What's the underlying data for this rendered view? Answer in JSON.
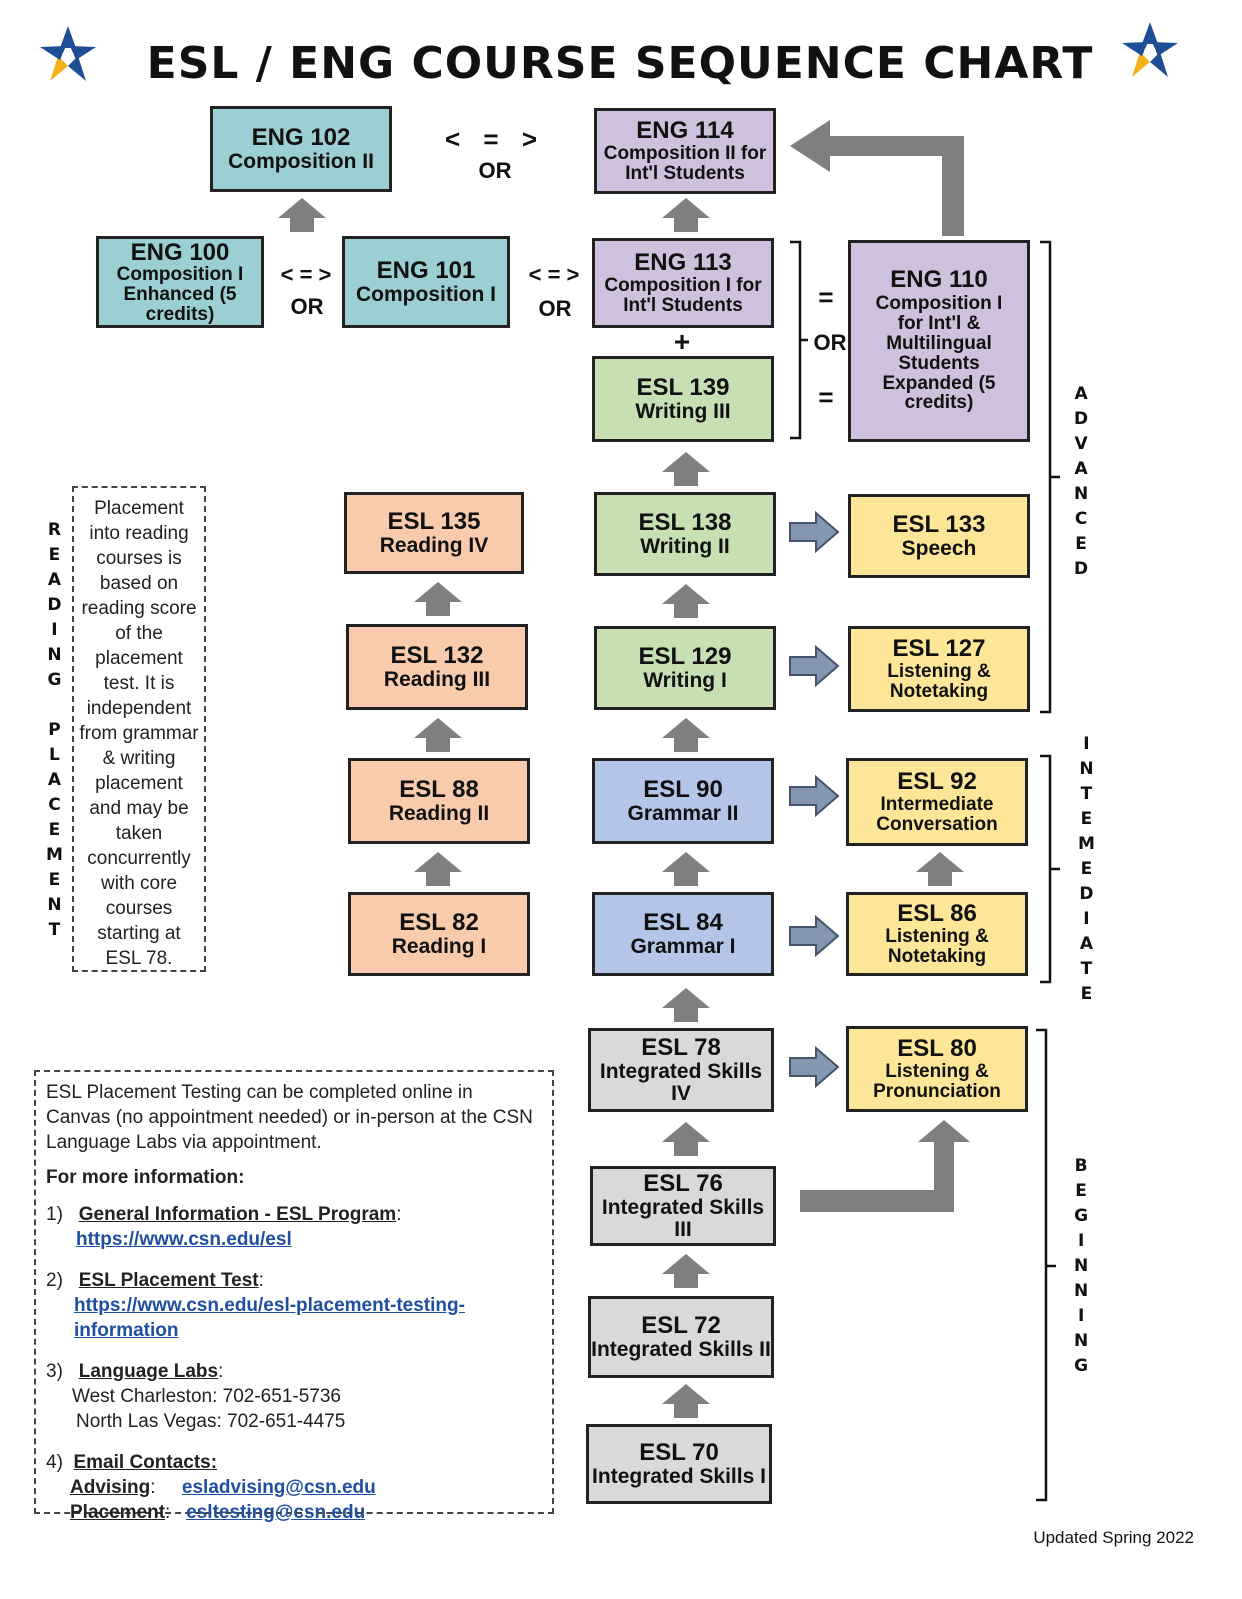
{
  "title": "ESL / ENG COURSE SEQUENCE CHART",
  "colors": {
    "teal": "#9ccfd3",
    "purple": "#cfc0de",
    "green": "#c6e0b4",
    "peach": "#f8cbad",
    "yellow": "#fde697",
    "blue": "#b4c6e7",
    "gray": "#d9d9d9",
    "arrow_gray": "#7f7f7f",
    "arrow_blue": "#8497b0",
    "link": "#1f4fa0"
  },
  "icons": {
    "logo": "csn-star-logo-icon"
  },
  "courses": {
    "eng102": {
      "code": "ENG 102",
      "name": "Composition II"
    },
    "eng114": {
      "code": "ENG 114",
      "name": "Composition II for Int'l Students"
    },
    "eng100": {
      "code": "ENG 100",
      "name": "Composition I Enhanced (5 credits)"
    },
    "eng101": {
      "code": "ENG 101",
      "name": "Composition I"
    },
    "eng113": {
      "code": "ENG 113",
      "name": "Composition I for Int'l Students"
    },
    "eng110": {
      "code": "ENG 110",
      "name": "Composition I for Int'l & Multilingual Students Expanded (5 credits)"
    },
    "esl139": {
      "code": "ESL 139",
      "name": "Writing III"
    },
    "esl135": {
      "code": "ESL 135",
      "name": "Reading IV"
    },
    "esl138": {
      "code": "ESL 138",
      "name": "Writing II"
    },
    "esl133": {
      "code": "ESL 133",
      "name": "Speech"
    },
    "esl132": {
      "code": "ESL 132",
      "name": "Reading III"
    },
    "esl129": {
      "code": "ESL 129",
      "name": "Writing I"
    },
    "esl127": {
      "code": "ESL 127",
      "name": "Listening & Notetaking"
    },
    "esl88": {
      "code": "ESL 88",
      "name": "Reading II"
    },
    "esl90": {
      "code": "ESL 90",
      "name": "Grammar II"
    },
    "esl92": {
      "code": "ESL 92",
      "name": "Intermediate Conversation"
    },
    "esl82": {
      "code": "ESL 82",
      "name": "Reading I"
    },
    "esl84": {
      "code": "ESL 84",
      "name": "Grammar I"
    },
    "esl86": {
      "code": "ESL 86",
      "name": "Listening & Notetaking"
    },
    "esl78": {
      "code": "ESL 78",
      "name": "Integrated Skills IV"
    },
    "esl80": {
      "code": "ESL 80",
      "name": "Listening & Pronunciation"
    },
    "esl76": {
      "code": "ESL 76",
      "name": "Integrated Skills III"
    },
    "esl72": {
      "code": "ESL 72",
      "name": "Integrated Skills II"
    },
    "esl70": {
      "code": "ESL 70",
      "name": "Integrated Skills I"
    }
  },
  "connectors": {
    "equiv": "< = >",
    "or": "OR",
    "plus": "+",
    "equals": "="
  },
  "levels": {
    "advanced": "ADVANCED",
    "intermediate": "INTEMEDIATE",
    "beginning": "BEGINNING",
    "reading_placement": "READING PLACEMENT"
  },
  "placement_note": [
    "Placement",
    "into reading",
    "courses is",
    "based on",
    "reading score",
    "of the",
    "placement",
    "test.  It is",
    "independent",
    "from grammar",
    "& writing",
    "placement",
    "and may be",
    "taken",
    "concurrently",
    "with core",
    "courses",
    "starting at",
    "ESL 78."
  ],
  "info": {
    "intro": "ESL Placement Testing can be completed online in Canvas (no appointment needed) or in-person at the CSN Language Labs via appointment.",
    "more_label": "For more information",
    "item1_num": "1)",
    "item1_title": "General  Information - ESL Program",
    "item1_link": "https://www.csn.edu/esl",
    "item2_num": "2)",
    "item2_title": "ESL Placement Test",
    "item2_link": "https://www.csn.edu/esl-placement-testing-information",
    "item3_num": "3)",
    "item3_title": "Language Labs",
    "item3_line1": "West Charleston:  702-651-5736",
    "item3_line2": "North Las Vegas:  702-651-4475",
    "item4_num": "4)",
    "item4_title": "Email Contacts:",
    "advising_label": "Advising",
    "advising_email": "esladvising@csn.edu",
    "placement_label": "Placement",
    "placement_email": "esltesting@csn.edu"
  },
  "footer": "Updated Spring 2022"
}
